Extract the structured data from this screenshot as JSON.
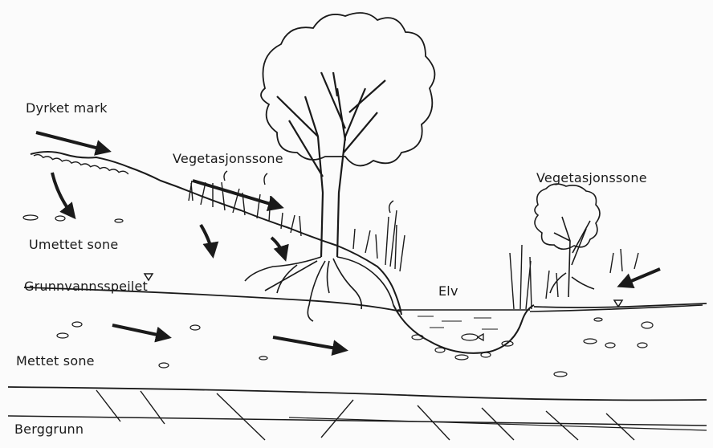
{
  "labels": {
    "cultivated_land": "Dyrket mark",
    "vegetation_zone_left": "Vegetasjonssone",
    "vegetation_zone_right": "Vegetasjonssone",
    "unsaturated_zone": "Umettet sone",
    "groundwater_table": "Grunnvannsspeilet",
    "river": "Elv",
    "saturated_zone": "Mettet sone",
    "bedrock": "Berggrunn"
  },
  "colors": {
    "ink": "#1a1a1a",
    "background": "#fbfbfb"
  }
}
